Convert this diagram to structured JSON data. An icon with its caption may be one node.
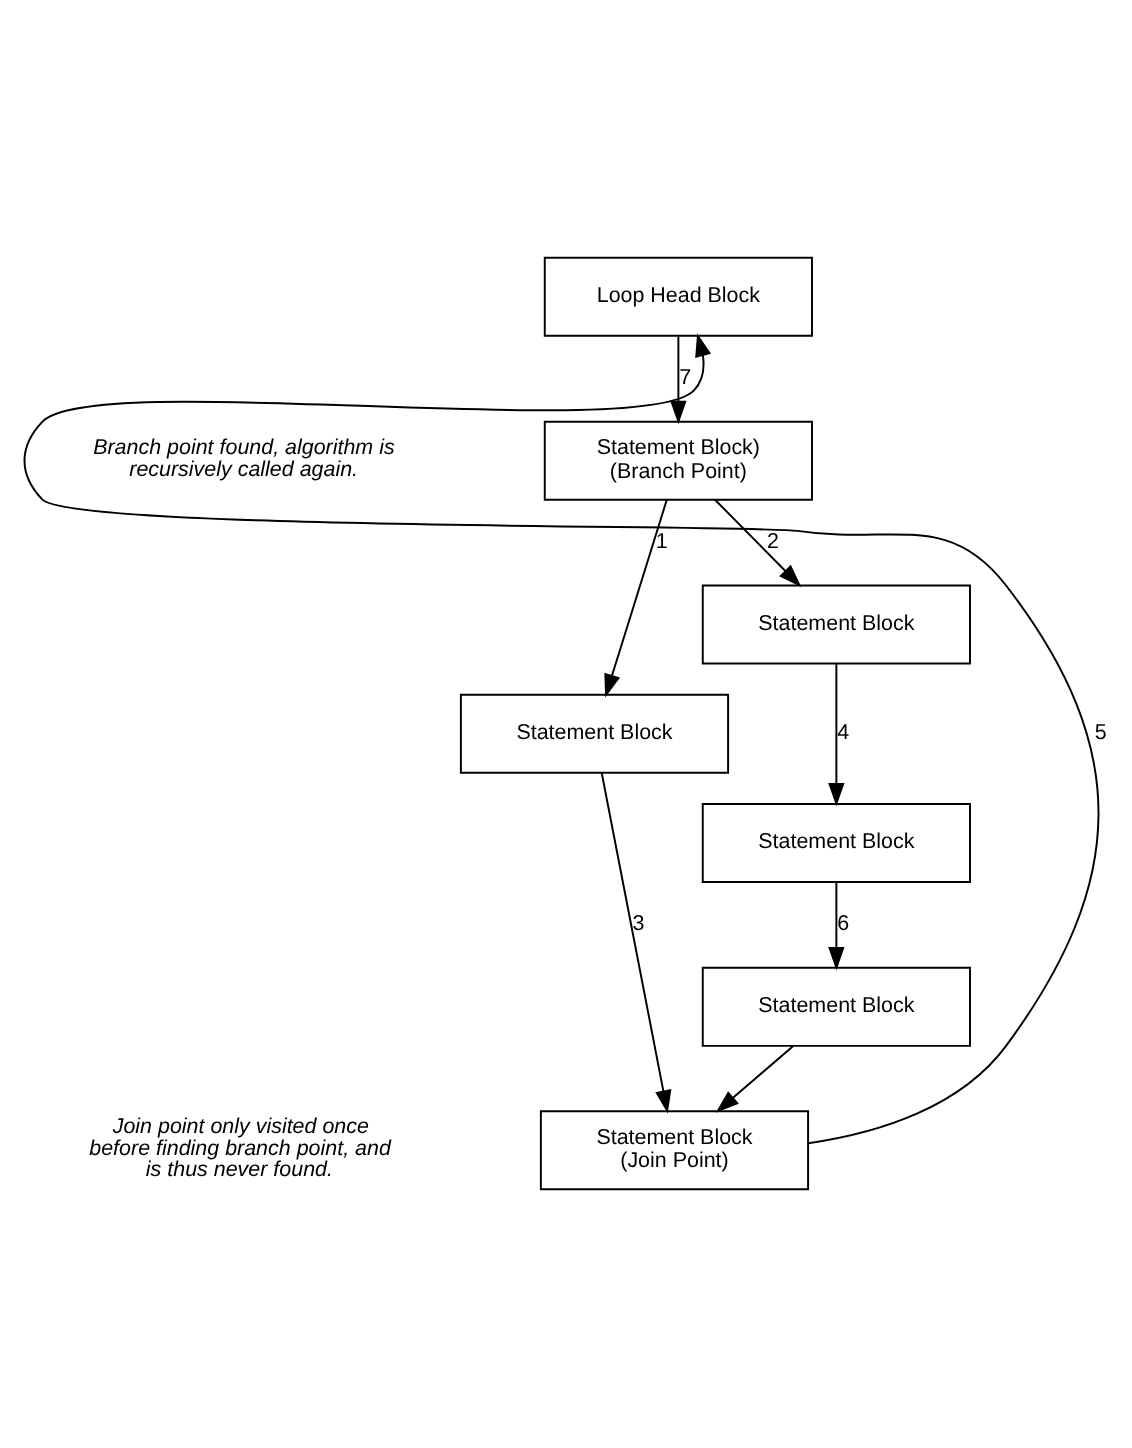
{
  "diagram": {
    "nodes": [
      {
        "text": [
          "Loop Head Block"
        ]
      },
      {
        "text": [
          "Statement Block) (Branch Point)"
        ]
      },
      {
        "text": [
          "Statement Block"
        ]
      },
      {
        "text": [
          "Statement Block"
        ]
      },
      {
        "text": [
          "Statement Block"
        ]
      },
      {
        "text": [
          "Statement Block"
        ]
      },
      {
        "text": [
          "Statement Block (Join Point)"
        ]
      }
    ],
    "edges": [
      {
        "from": 0,
        "to": 1,
        "arrow": "to",
        "label": "7"
      },
      {
        "from": 1,
        "to": 2,
        "arrow": "to",
        "label": "1"
      },
      {
        "from": 1,
        "to": 3,
        "arrow": "to",
        "label": "2"
      },
      {
        "from": 2,
        "to": 6,
        "arrow": "to",
        "label": "3"
      },
      {
        "from": 3,
        "to": 4,
        "arrow": "to",
        "label": "4"
      },
      {
        "from": 4,
        "to": 5,
        "arrow": "to",
        "label": "6"
      },
      {
        "from": 5,
        "to": 6,
        "arrow": "to"
      },
      {
        "from": 6,
        "to": 0,
        "arrow": "to",
        "label": "5"
      }
    ],
    "labels": [
      "Branch point found, algorithm is recursively called again.",
      "Join point only visited once before finding branch point, and is thus never found."
    ]
  }
}
